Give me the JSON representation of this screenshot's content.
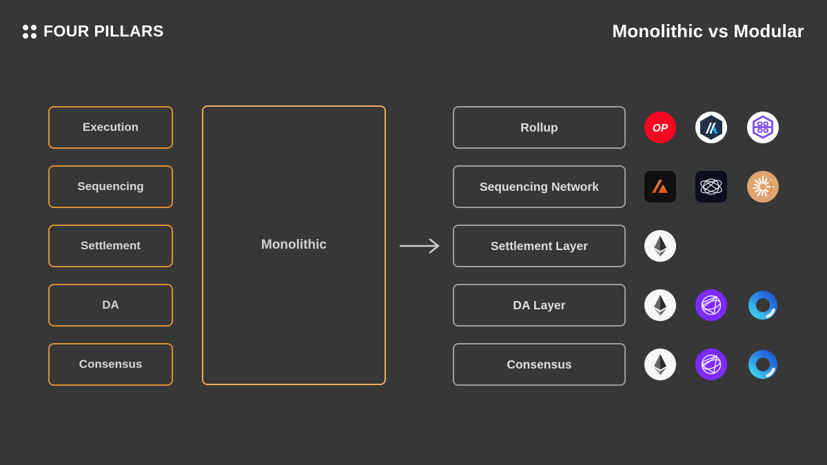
{
  "header": {
    "brand": "FOUR PILLARS",
    "brand_mark": "four-dots-logo",
    "title": "Monolithic vs Modular"
  },
  "pillars": {
    "items": [
      "Execution",
      "Sequencing",
      "Settlement",
      "DA",
      "Consensus"
    ]
  },
  "monolithic": {
    "label": "Monolithic"
  },
  "arrow": {
    "direction": "right"
  },
  "modular": {
    "rows": [
      {
        "label": "Rollup",
        "icons": [
          "optimism",
          "arbitrum",
          "purple-hexagon-rollup"
        ]
      },
      {
        "label": "Sequencing Network",
        "icons": [
          "astria",
          "espresso",
          "radius"
        ]
      },
      {
        "label": "Settlement Layer",
        "icons": [
          "ethereum"
        ]
      },
      {
        "label": "DA Layer",
        "icons": [
          "ethereum",
          "celestia",
          "avail"
        ]
      },
      {
        "label": "Consensus",
        "icons": [
          "ethereum",
          "celestia",
          "avail"
        ]
      }
    ]
  },
  "colors": {
    "background": "#373737",
    "pillar_border": "#de9035",
    "monolithic_border": "#efb25a",
    "modular_border": "#9e9e9e",
    "label_text": "#d6d6d6",
    "heading_text": "#ffffff",
    "optimism_red": "#ff0420",
    "arbitrum_navy": "#213147",
    "arbitrum_blue": "#12aaff",
    "purple_hexagon": "#7c4df1",
    "astria_bg": "#101010",
    "espresso_bg": "#0b0e1c",
    "radius_tan": "#e0a470",
    "celestia_purple": "#7d2bfb",
    "avail_cyan": "#3fd4ec",
    "avail_blue": "#1e55d0",
    "ethereum_bg": "#f7f7f7"
  }
}
